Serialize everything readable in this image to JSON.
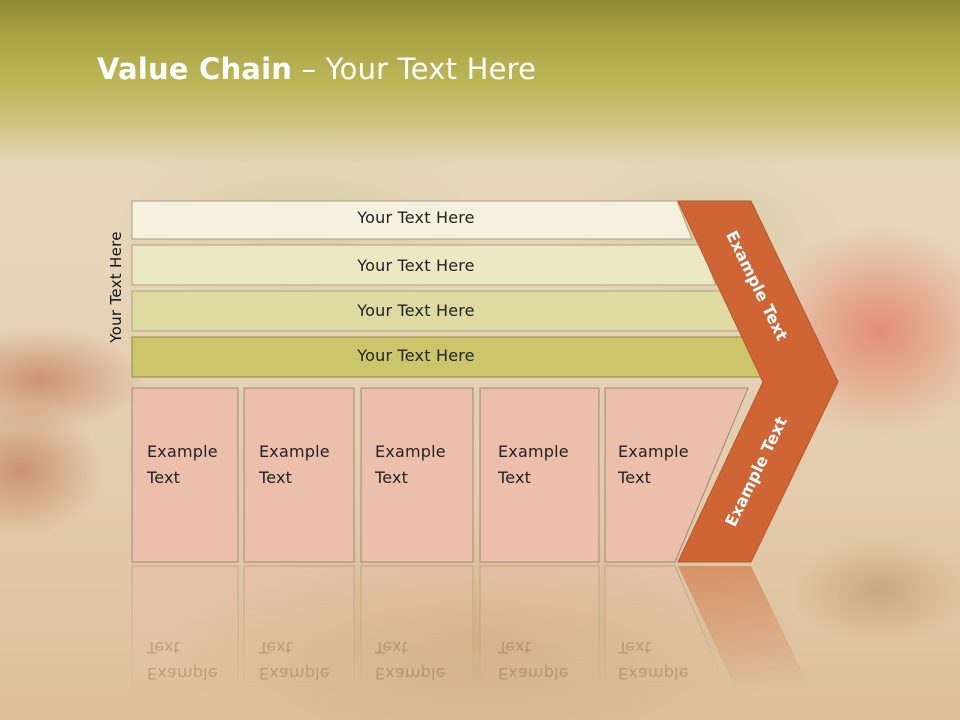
{
  "title": {
    "bold": "Value Chain",
    "rest": " – Your Text Here"
  },
  "side_label": "Your Text Here",
  "bars": [
    {
      "label": "Your Text Here"
    },
    {
      "label": "Your Text Here"
    },
    {
      "label": "Your Text Here"
    },
    {
      "label": "Your Text Here"
    }
  ],
  "columns": [
    {
      "line1": "Example",
      "line2": "Text"
    },
    {
      "line1": "Example",
      "line2": "Text"
    },
    {
      "line1": "Example",
      "line2": "Text"
    },
    {
      "line1": "Example",
      "line2": "Text"
    },
    {
      "line1": "Example",
      "line2": "Text"
    }
  ],
  "chevron": {
    "upper": "Example Text",
    "lower": "Example Text"
  },
  "colors": {
    "bar_fills": [
      "#f4f1df",
      "#ebe8c4",
      "#dedaa2",
      "#cbc66a"
    ],
    "column_fill": "#ecbfac",
    "chevron_fill": "#cf6535",
    "chevron_stroke": "#b4572b"
  }
}
